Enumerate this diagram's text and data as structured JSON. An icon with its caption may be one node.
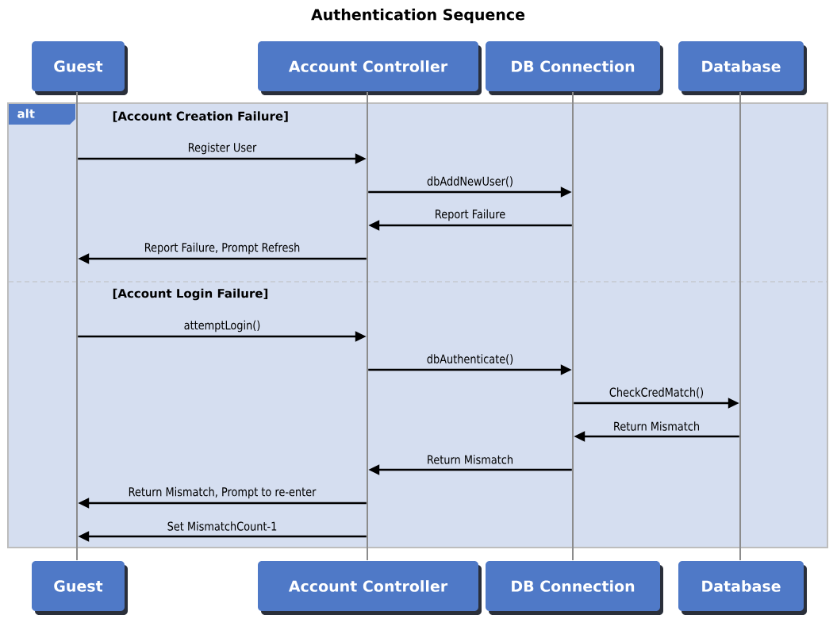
{
  "diagram": {
    "title": "Authentication Sequence",
    "nodes": [
      {
        "text": [
          "Guest"
        ]
      },
      {
        "text": [
          "Account Controller"
        ]
      },
      {
        "text": [
          "DB Connection"
        ]
      },
      {
        "text": [
          "Database"
        ]
      },
      {
        "text": [],
        "shape": "bar"
      },
      {
        "text": [],
        "shape": "bar"
      },
      {
        "text": [],
        "shape": "bar"
      },
      {
        "text": [],
        "shape": "bar"
      },
      {
        "text": [
          "Guest"
        ]
      },
      {
        "text": [
          "Account Controller"
        ]
      },
      {
        "text": [
          "DB Connection"
        ]
      },
      {
        "text": [
          "Database"
        ]
      }
    ],
    "edges": [
      {
        "from": 4,
        "to": 5,
        "arrow": "to",
        "label": "Register User"
      },
      {
        "from": 5,
        "to": 6,
        "arrow": "to",
        "label": "dbAddNewUser()"
      },
      {
        "from": 6,
        "to": 5,
        "arrow": "to",
        "label": "Report Failure"
      },
      {
        "from": 5,
        "to": 4,
        "arrow": "to",
        "label": "Report Failure, Prompt Refresh"
      },
      {
        "from": 4,
        "to": 5,
        "arrow": "to",
        "label": "attemptLogin()"
      },
      {
        "from": 5,
        "to": 6,
        "arrow": "to",
        "label": "dbAuthenticate()"
      },
      {
        "from": 6,
        "to": 7,
        "arrow": "to",
        "label": "CheckCredMatch()"
      },
      {
        "from": 7,
        "to": 6,
        "arrow": "to",
        "label": "Return Mismatch"
      },
      {
        "from": 6,
        "to": 5,
        "arrow": "to",
        "label": "Return Mismatch"
      },
      {
        "from": 5,
        "to": 4,
        "arrow": "to",
        "label": "Return Mismatch, Prompt to re-enter"
      },
      {
        "from": 5,
        "to": 4,
        "arrow": "to",
        "label": "Set MismatchCount-1"
      }
    ],
    "labels": [
      "alt",
      "[Account Creation Failure]",
      "[Account Login Failure]"
    ]
  }
}
